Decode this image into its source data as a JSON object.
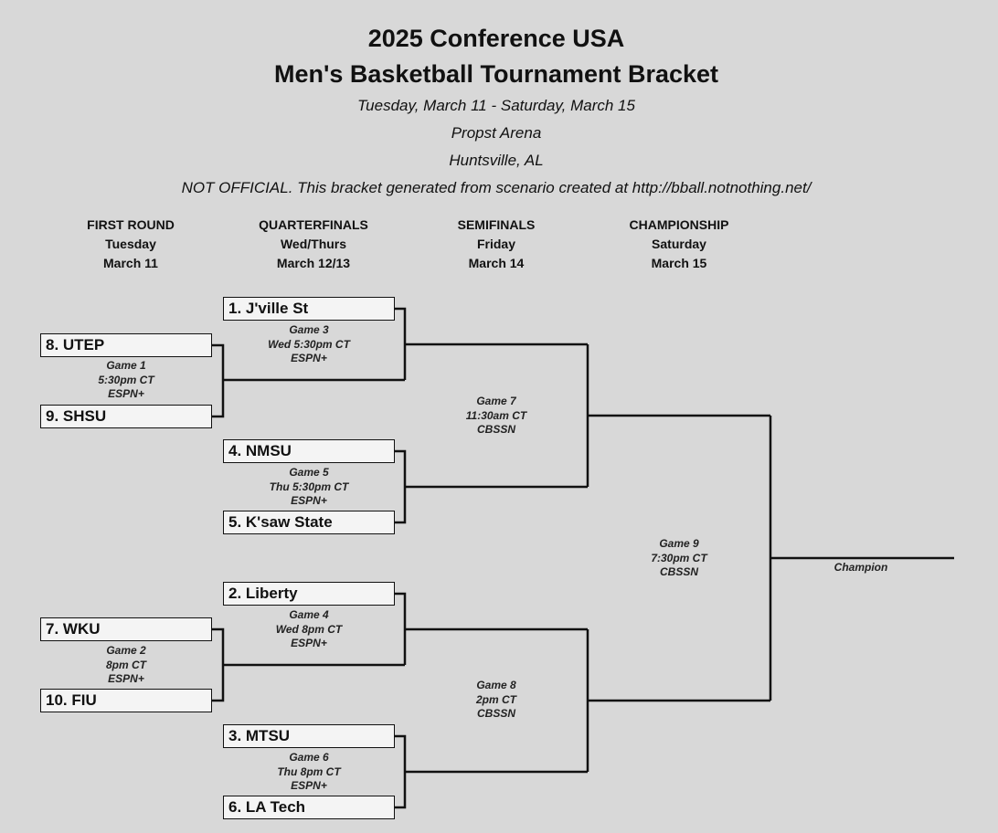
{
  "header": {
    "title_line1": "2025 Conference USA",
    "title_line2": "Men's Basketball Tournament Bracket",
    "dates": "Tuesday, March 11 - Saturday, March 15",
    "venue": "Propst Arena",
    "city": "Huntsville, AL",
    "disclaimer": "NOT OFFICIAL.  This bracket generated from scenario created at http://bball.notnothing.net/"
  },
  "rounds": [
    {
      "name": "FIRST ROUND",
      "day": "Tuesday",
      "date": "March 11"
    },
    {
      "name": "QUARTERFINALS",
      "day": "Wed/Thurs",
      "date": "March 12/13"
    },
    {
      "name": "SEMIFINALS",
      "day": "Friday",
      "date": "March 14"
    },
    {
      "name": "CHAMPIONSHIP",
      "day": "Saturday",
      "date": "March 15"
    }
  ],
  "teams": {
    "utep": "8. UTEP",
    "shsu": "9. SHSU",
    "wku": "7. WKU",
    "fiu": "10. FIU",
    "jville": "1. J'ville St",
    "nmsu": "4. NMSU",
    "ksaw": "5. K'saw State",
    "liberty": "2. Liberty",
    "mtsu": "3. MTSU",
    "latech": "6. LA Tech"
  },
  "games": {
    "g1": {
      "name": "Game 1",
      "time": "5:30pm CT",
      "tv": "ESPN+"
    },
    "g2": {
      "name": "Game 2",
      "time": "8pm CT",
      "tv": "ESPN+"
    },
    "g3": {
      "name": "Game 3",
      "time": "Wed 5:30pm CT",
      "tv": "ESPN+"
    },
    "g4": {
      "name": "Game 4",
      "time": "Wed 8pm CT",
      "tv": "ESPN+"
    },
    "g5": {
      "name": "Game 5",
      "time": "Thu 5:30pm CT",
      "tv": "ESPN+"
    },
    "g6": {
      "name": "Game 6",
      "time": "Thu 8pm CT",
      "tv": "ESPN+"
    },
    "g7": {
      "name": "Game 7",
      "time": "11:30am CT",
      "tv": "CBSSN"
    },
    "g8": {
      "name": "Game 8",
      "time": "2pm CT",
      "tv": "CBSSN"
    },
    "g9": {
      "name": "Game 9",
      "time": "7:30pm CT",
      "tv": "CBSSN"
    }
  },
  "champion_label": "Champion"
}
